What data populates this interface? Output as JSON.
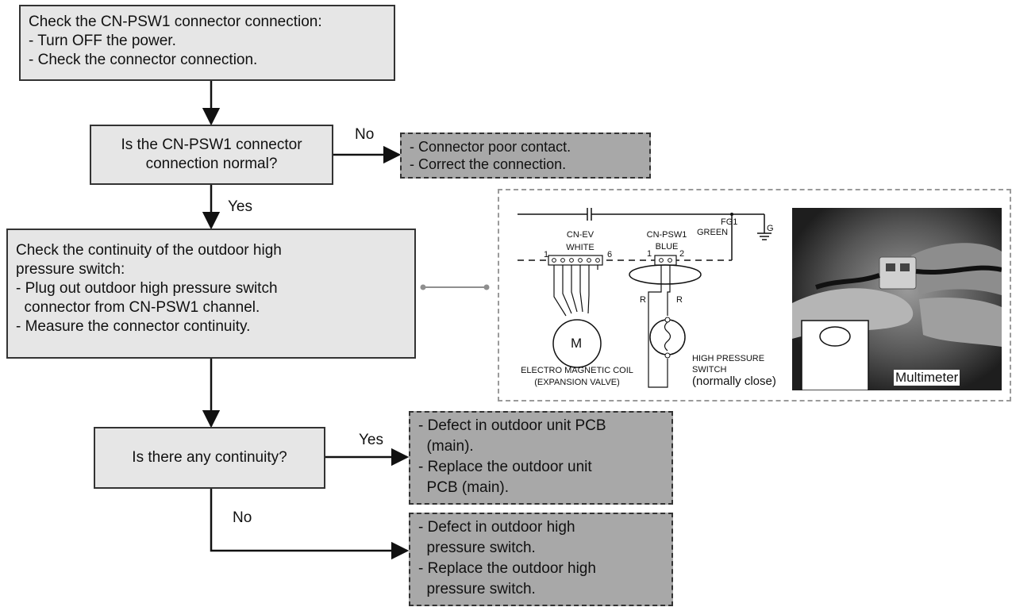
{
  "steps": {
    "check_connector": {
      "lines": [
        "Check the CN-PSW1 connector connection:",
        "- Turn OFF the power.",
        "- Check the connector connection."
      ]
    },
    "check_continuity": {
      "lines": [
        "Check the continuity of the outdoor high",
        "pressure switch:",
        "- Plug out outdoor high pressure switch",
        "  connector from CN-PSW1 channel.",
        "- Measure the connector continuity."
      ]
    }
  },
  "decisions": {
    "connection_normal": {
      "lines": [
        "Is the CN-PSW1 connector",
        "connection normal?"
      ]
    },
    "any_continuity": {
      "lines": [
        "Is there any continuity?"
      ]
    }
  },
  "results": {
    "poor_contact": {
      "lines": [
        "- Connector poor contact.",
        "- Correct the connection."
      ]
    },
    "pcb_defect": {
      "lines": [
        "- Defect in outdoor unit PCB",
        "  (main).",
        "- Replace the outdoor unit",
        "  PCB (main)."
      ]
    },
    "switch_defect": {
      "lines": [
        "- Defect in outdoor high",
        "  pressure switch.",
        "- Replace the outdoor high",
        "  pressure switch."
      ]
    }
  },
  "branch_labels": {
    "no_1": "No",
    "yes_1": "Yes",
    "yes_2": "Yes",
    "no_2": "No"
  },
  "wiring": {
    "fg1": "FG1",
    "green": "GREEN",
    "ground": "G",
    "cn_ev": "CN-EV",
    "white": "WHITE",
    "pin_1a": "1",
    "pin_6": "6",
    "cn_psw1": "CN-PSW1",
    "blue": "BLUE",
    "pin_1b": "1",
    "pin_2": "2",
    "r_left": "R",
    "r_right": "R",
    "motor": "M",
    "coil": "ELECTRO MAGNETIC COIL",
    "valve": "(EXPANSION VALVE)",
    "hps": "HIGH PRESSURE",
    "switch": "SWITCH",
    "normally_close": "(normally close)"
  },
  "multimeter_label": "Multimeter",
  "colors": {
    "step_fill": "#e6e6e6",
    "result_fill": "#a8a8a8",
    "line": "#111111",
    "panel_border": "#9a9a9a",
    "photo_bg": "#2c2c2c"
  }
}
